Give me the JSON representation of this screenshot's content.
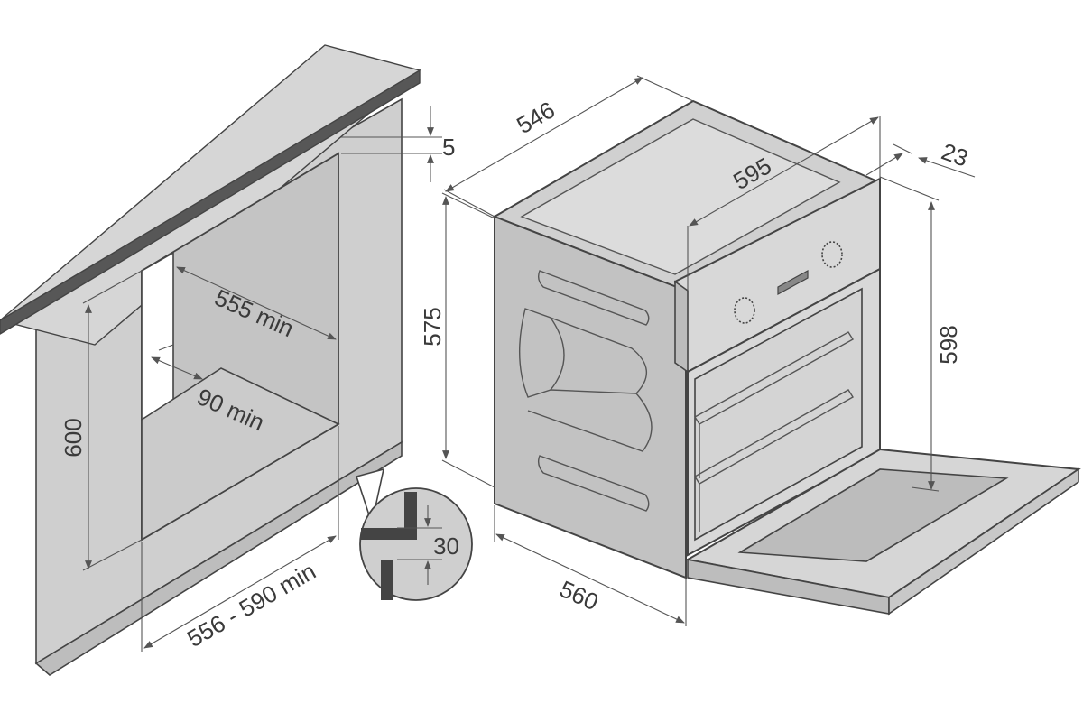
{
  "colors": {
    "wall_fill": "#cfcfcf",
    "wall_dark": "#bdbdbd",
    "cavity_fill": "#c4c4c4",
    "countertop": "#575757",
    "oven_side": "#c2c2c2",
    "oven_top": "#d0d0d0",
    "oven_front": "#d8d8d8",
    "outline": "#444444",
    "dimension_text": "#3a3a3a"
  },
  "niche": {
    "gap_top": "5",
    "height": "600",
    "depth_min": "555 min",
    "rear_gap_min": "90 min",
    "width_range": "556 - 590 min",
    "plinth_gap": "30"
  },
  "oven": {
    "depth": "546",
    "width_front": "595",
    "panel_depth": "23",
    "body_height": "575",
    "front_height": "598",
    "body_width": "560"
  }
}
